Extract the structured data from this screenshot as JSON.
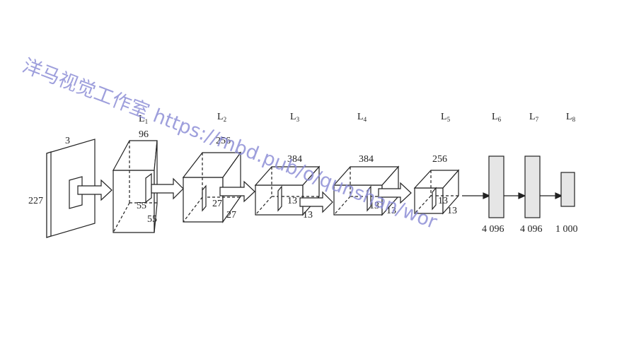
{
  "diagram": {
    "layers": [
      {
        "label": "L1",
        "base": "L",
        "sub": "1"
      },
      {
        "label": "L2",
        "base": "L",
        "sub": "2"
      },
      {
        "label": "L3",
        "base": "L",
        "sub": "3"
      },
      {
        "label": "L4",
        "base": "L",
        "sub": "4"
      },
      {
        "label": "L5",
        "base": "L",
        "sub": "5"
      },
      {
        "label": "L6",
        "base": "L",
        "sub": "6"
      },
      {
        "label": "L7",
        "base": "L",
        "sub": "7"
      },
      {
        "label": "L8",
        "base": "L",
        "sub": "8"
      }
    ],
    "input": {
      "depth": "3",
      "size": "227"
    },
    "blocks": [
      {
        "depth": "96",
        "height": "55",
        "width": "55"
      },
      {
        "depth": "256",
        "height": "27",
        "width": "27"
      },
      {
        "depth": "384",
        "height": "13",
        "width": "13"
      },
      {
        "depth": "384",
        "height": "13",
        "width": "13"
      },
      {
        "depth": "256",
        "height": "13",
        "width": "13"
      }
    ],
    "dense": [
      {
        "units": "4 096"
      },
      {
        "units": "4 096"
      },
      {
        "units": "1 000"
      }
    ]
  },
  "watermark": {
    "text": "洋马视觉工作室 https://mbd.pub/o/qunshan/wor",
    "color": "#8e8fd6"
  }
}
